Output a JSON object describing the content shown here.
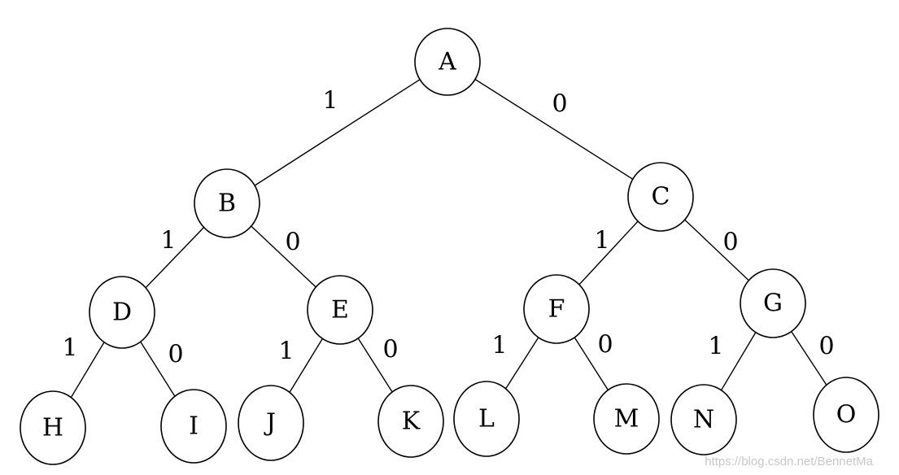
{
  "tree": {
    "nodes": [
      {
        "id": "A",
        "label": "A"
      },
      {
        "id": "B",
        "label": "B"
      },
      {
        "id": "C",
        "label": "C"
      },
      {
        "id": "D",
        "label": "D"
      },
      {
        "id": "E",
        "label": "E"
      },
      {
        "id": "F",
        "label": "F"
      },
      {
        "id": "G",
        "label": "G"
      },
      {
        "id": "H",
        "label": "H"
      },
      {
        "id": "I",
        "label": "I"
      },
      {
        "id": "J",
        "label": "J"
      },
      {
        "id": "K",
        "label": "K"
      },
      {
        "id": "L",
        "label": "L"
      },
      {
        "id": "M",
        "label": "M"
      },
      {
        "id": "N",
        "label": "N"
      },
      {
        "id": "O",
        "label": "O"
      }
    ],
    "edges": [
      {
        "from": "A",
        "to": "B",
        "label": "1"
      },
      {
        "from": "A",
        "to": "C",
        "label": "0"
      },
      {
        "from": "B",
        "to": "D",
        "label": "1"
      },
      {
        "from": "B",
        "to": "E",
        "label": "0"
      },
      {
        "from": "C",
        "to": "F",
        "label": "1"
      },
      {
        "from": "C",
        "to": "G",
        "label": "0"
      },
      {
        "from": "D",
        "to": "H",
        "label": "1"
      },
      {
        "from": "D",
        "to": "I",
        "label": "0"
      },
      {
        "from": "E",
        "to": "J",
        "label": "1"
      },
      {
        "from": "E",
        "to": "K",
        "label": "0"
      },
      {
        "from": "F",
        "to": "L",
        "label": "1"
      },
      {
        "from": "F",
        "to": "M",
        "label": "0"
      },
      {
        "from": "G",
        "to": "N",
        "label": "1"
      },
      {
        "from": "G",
        "to": "O",
        "label": "0"
      }
    ]
  },
  "watermark": "https://blog.csdn.net/BennetMa"
}
